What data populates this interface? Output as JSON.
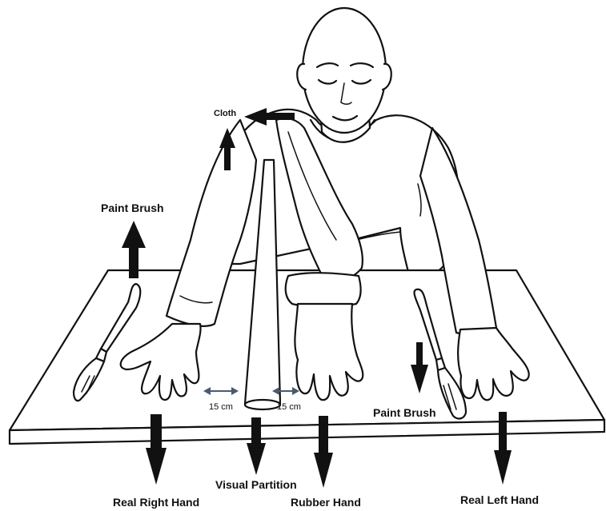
{
  "labels": {
    "cloth": "Cloth",
    "paint_brush_left": "Paint Brush",
    "paint_brush_right": "Paint Brush",
    "distance_left": "15 cm",
    "distance_right": "15 cm",
    "visual_partition": "Visual Partition",
    "real_right_hand": "Real Right Hand",
    "rubber_hand": "Rubber Hand",
    "real_left_hand": "Real Left Hand"
  },
  "colors": {
    "ink": "#111111",
    "dimension_arrow": "#4a5a6e",
    "background": "#ffffff"
  }
}
